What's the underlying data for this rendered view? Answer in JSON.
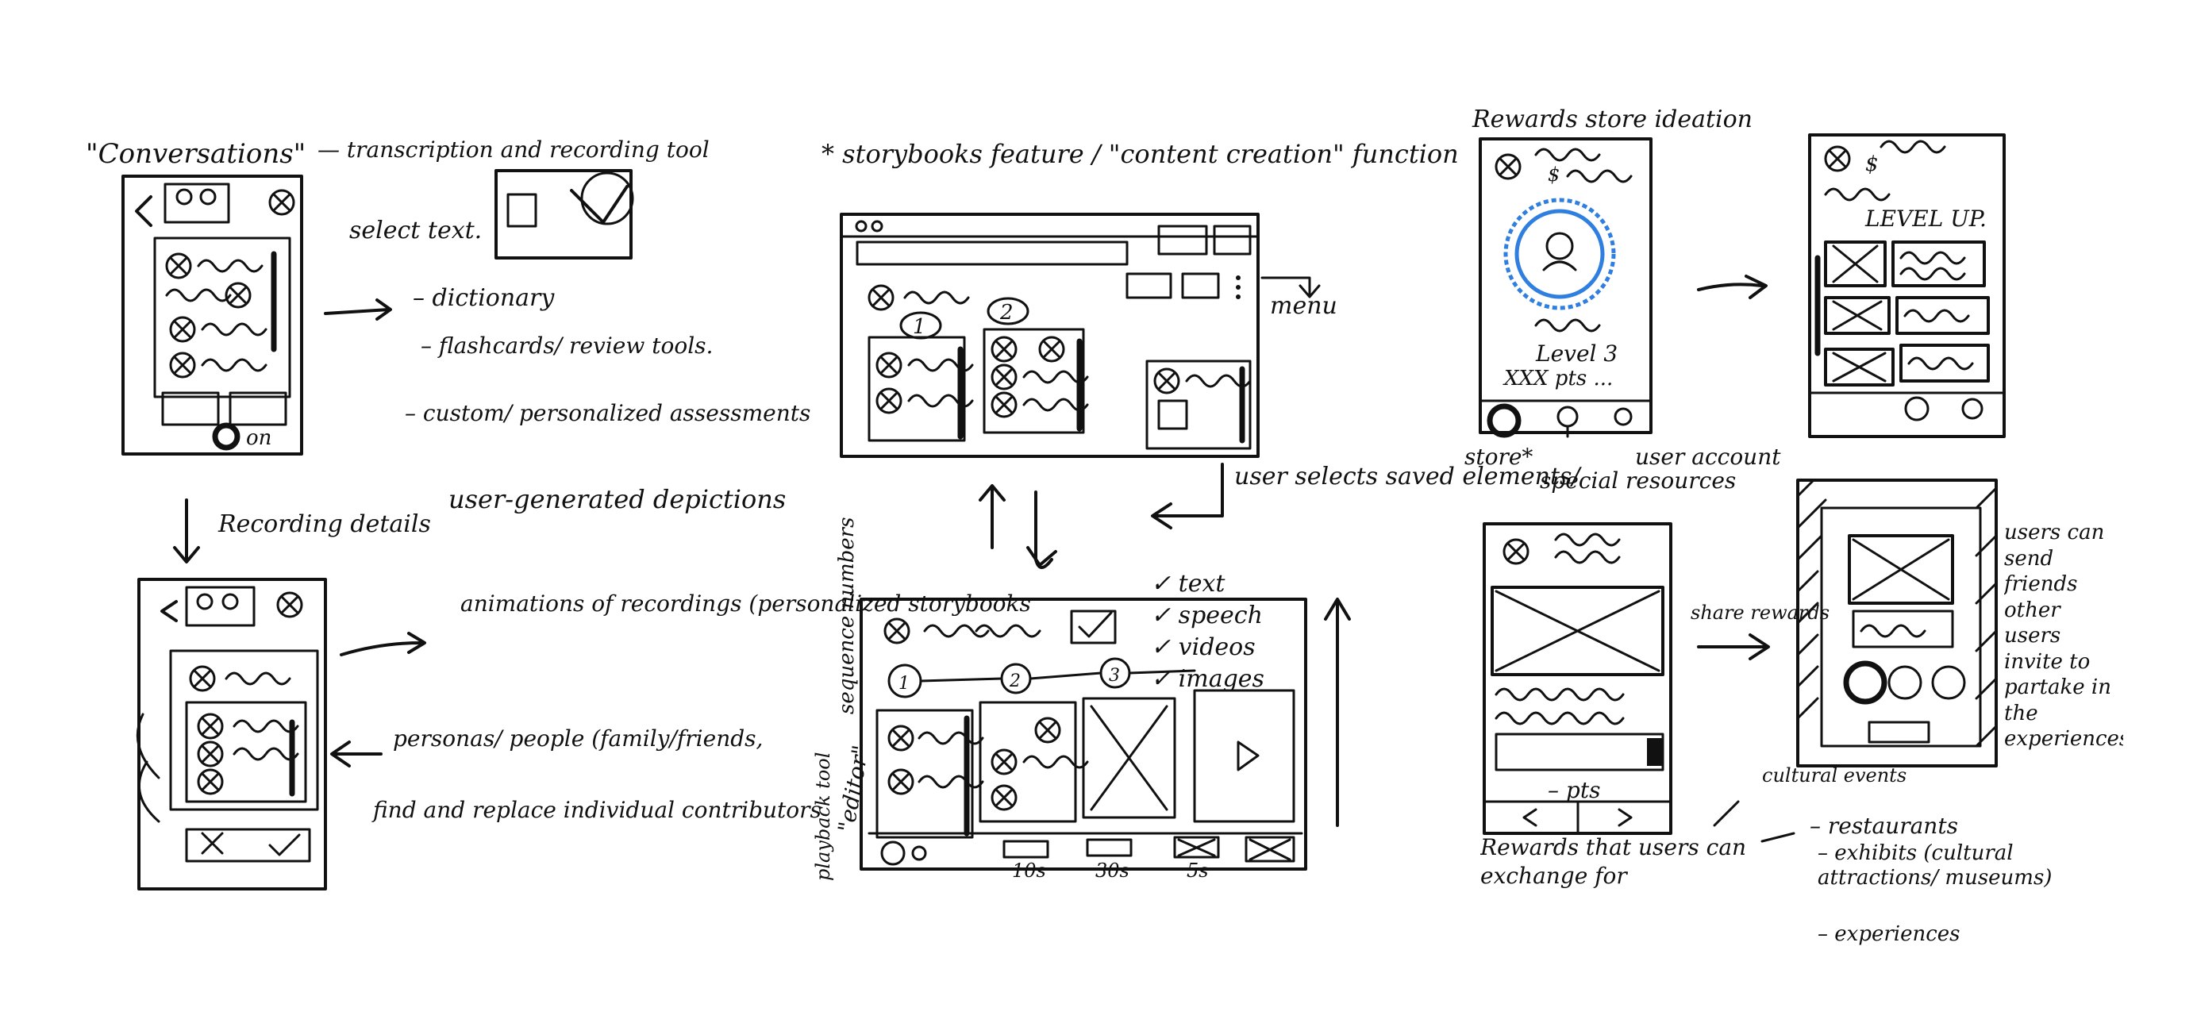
{
  "panel1": {
    "title": "\"Conversations\"",
    "transcription": "— transcription and recording tool",
    "select_text": "select text.",
    "dictionary": "– dictionary",
    "flashcards": "– flashcards/ review tools.",
    "assessments": "– custom/ personalized assessments",
    "toggle_label": "on",
    "recording_details": "Recording details",
    "user_generated": "user-generated depictions",
    "animations": "animations of recordings (personalized storybooks",
    "personas": "personas/ people (family/friends,",
    "find_replace": "find and replace individual contributors"
  },
  "panel2": {
    "title": "* storybooks feature / \"content creation\" function",
    "menu": "menu",
    "num1": "1",
    "num2": "2",
    "user_selects": "user selects saved elements/",
    "check_text": "✓ text",
    "check_speech": "✓ speech",
    "check_videos": "✓ videos",
    "check_images": "✓ images",
    "sequence_numbers": "sequence numbers",
    "editor": "\"editor\"",
    "playback_tool": "playback tool",
    "step1": "1",
    "step2": "2",
    "step3": "3",
    "t10": "10s",
    "t30": "30s",
    "t5": "5s"
  },
  "panel3": {
    "title": "Rewards store ideation",
    "dollar": "$",
    "level": "Level 3",
    "pts": "XXX pts ...",
    "level_up": "LEVEL UP.",
    "store": "store*",
    "user_account": "user account",
    "special_resources": "special resources",
    "share_rewards": "share rewards",
    "minus_pts": "– pts",
    "users_can_send": "users can send friends other users invite to partake in the experiences",
    "rewards_exchange": "Rewards that users can exchange for",
    "cultural_events": "cultural events",
    "restaurants": "– restaurants",
    "exhibits": "– exhibits (cultural attractions/ museums)",
    "experiences": "– experiences"
  }
}
